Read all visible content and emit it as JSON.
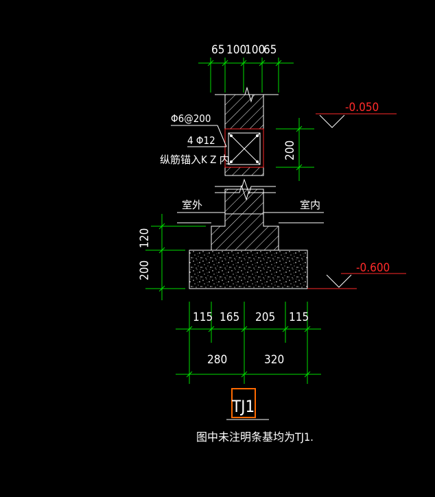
{
  "colors": {
    "background": "#000000",
    "dimension_lines": "#00e000",
    "outlines": "#ffffff",
    "elevation": "#ff2a2a",
    "highlight_box": "#ff6a00"
  },
  "top_dims": [
    "65",
    "100",
    "100",
    "65"
  ],
  "stirrup_label": "Φ6@200",
  "rebar_label": "4 Φ12",
  "anchor_note": "纵筋锚入K Z 内",
  "beam_height": "200",
  "elev_top": "-0.050",
  "elev_bottom": "-0.600",
  "outdoor_label": "室外",
  "indoor_label": "室内",
  "left_dims": [
    "120",
    "200"
  ],
  "bottom_dims_row1": [
    "115",
    "165",
    "205",
    "115"
  ],
  "bottom_dims_row2": [
    "280",
    "320"
  ],
  "title": "TJ1",
  "note": "图中未注明条基均为TJ1."
}
